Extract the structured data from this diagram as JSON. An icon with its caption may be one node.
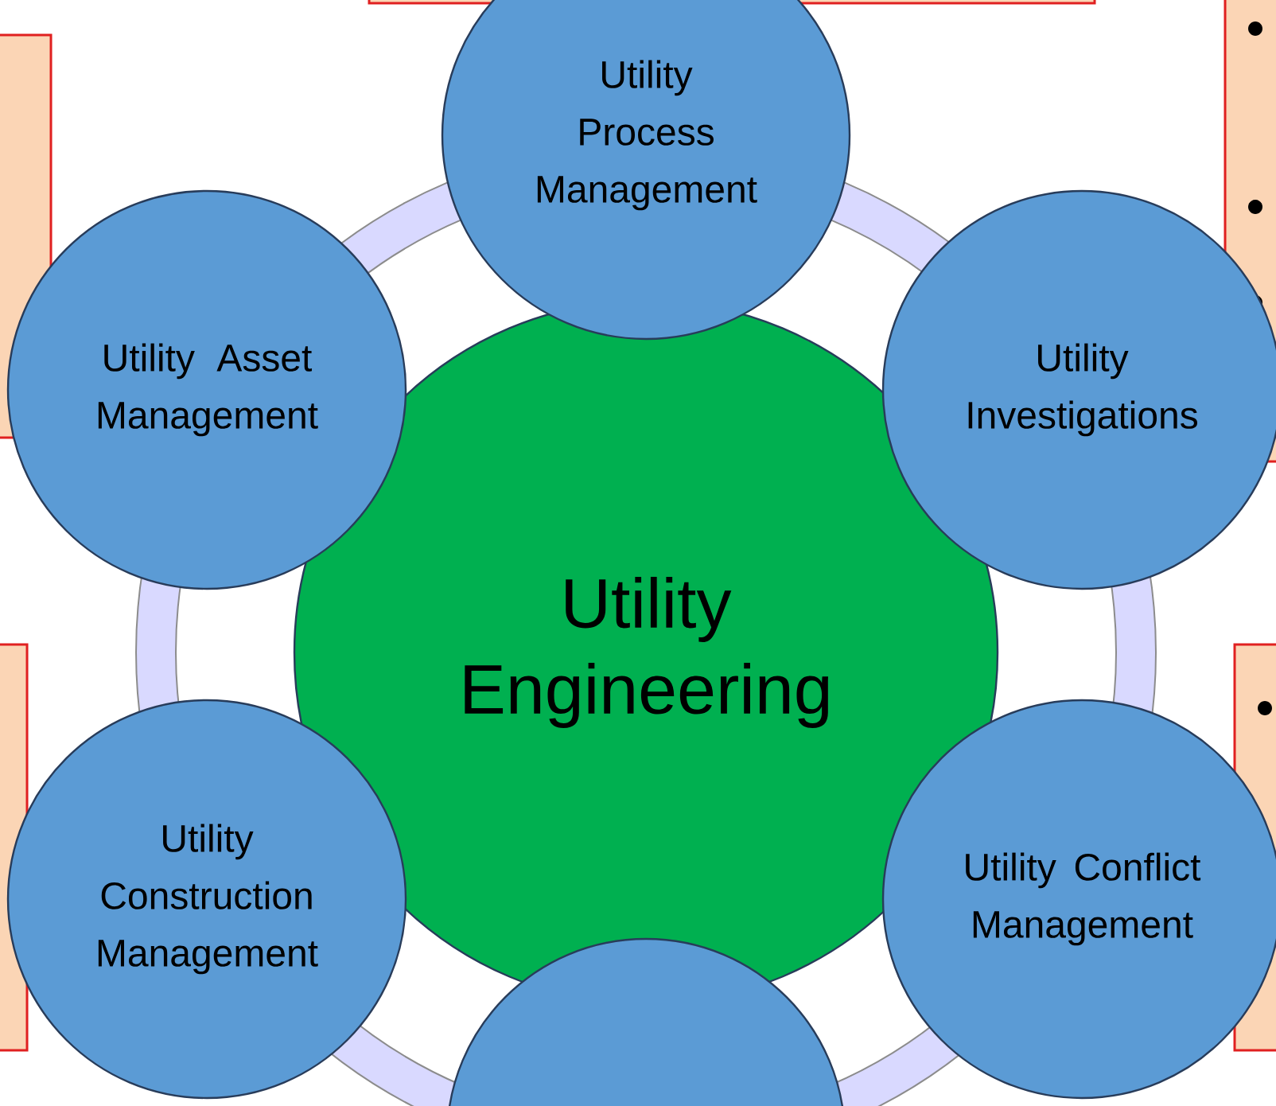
{
  "diagram": {
    "nodes": [
      {
        "text": [],
        "shape": "box"
      },
      {
        "text": [],
        "shape": "box"
      },
      {
        "text": [],
        "shape": "box"
      },
      {
        "text": [
          "Utility Process Management"
        ]
      },
      {
        "text": [
          "Utility Asset Management"
        ]
      },
      {
        "text": [
          "Utility Investigations"
        ]
      },
      {
        "text": [
          "Utility Engineering"
        ]
      },
      {
        "text": [],
        "shape": "box"
      },
      {
        "text": [],
        "shape": "box"
      },
      {
        "text": [
          "Utility Construction Management"
        ]
      },
      {
        "text": [
          "Utility Conflict Management"
        ]
      },
      {
        "text": [],
        "shape": "circle"
      }
    ]
  }
}
